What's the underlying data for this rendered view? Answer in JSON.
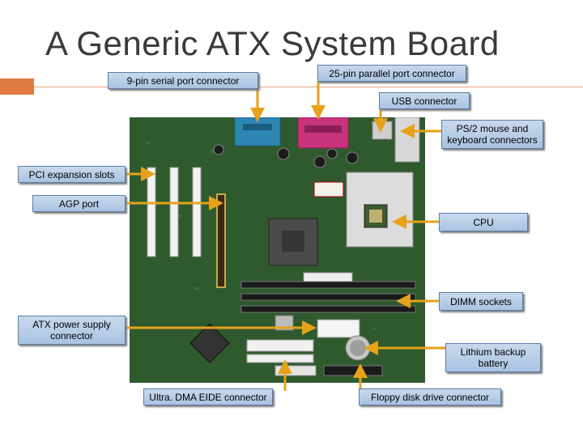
{
  "slide": {
    "title": "A Generic ATX System Board",
    "accent_color": "#e07a45"
  },
  "labels": {
    "serial": "9-pin serial port connector",
    "parallel": "25-pin parallel port connector",
    "usb": "USB connector",
    "ps2": "PS/2 mouse and keyboard connectors",
    "pci": "PCI expansion slots",
    "agp": "AGP port",
    "cpu": "CPU",
    "dimm": "DIMM sockets",
    "atx_power": "ATX power supply connector",
    "battery": "Lithium backup battery",
    "eide": "Ultra. DMA EIDE connector",
    "floppy": "Floppy disk drive connector"
  },
  "colors": {
    "board": "#2f5a2e",
    "label_fill": "#b9cee8",
    "arrow": "#e6a21a"
  }
}
